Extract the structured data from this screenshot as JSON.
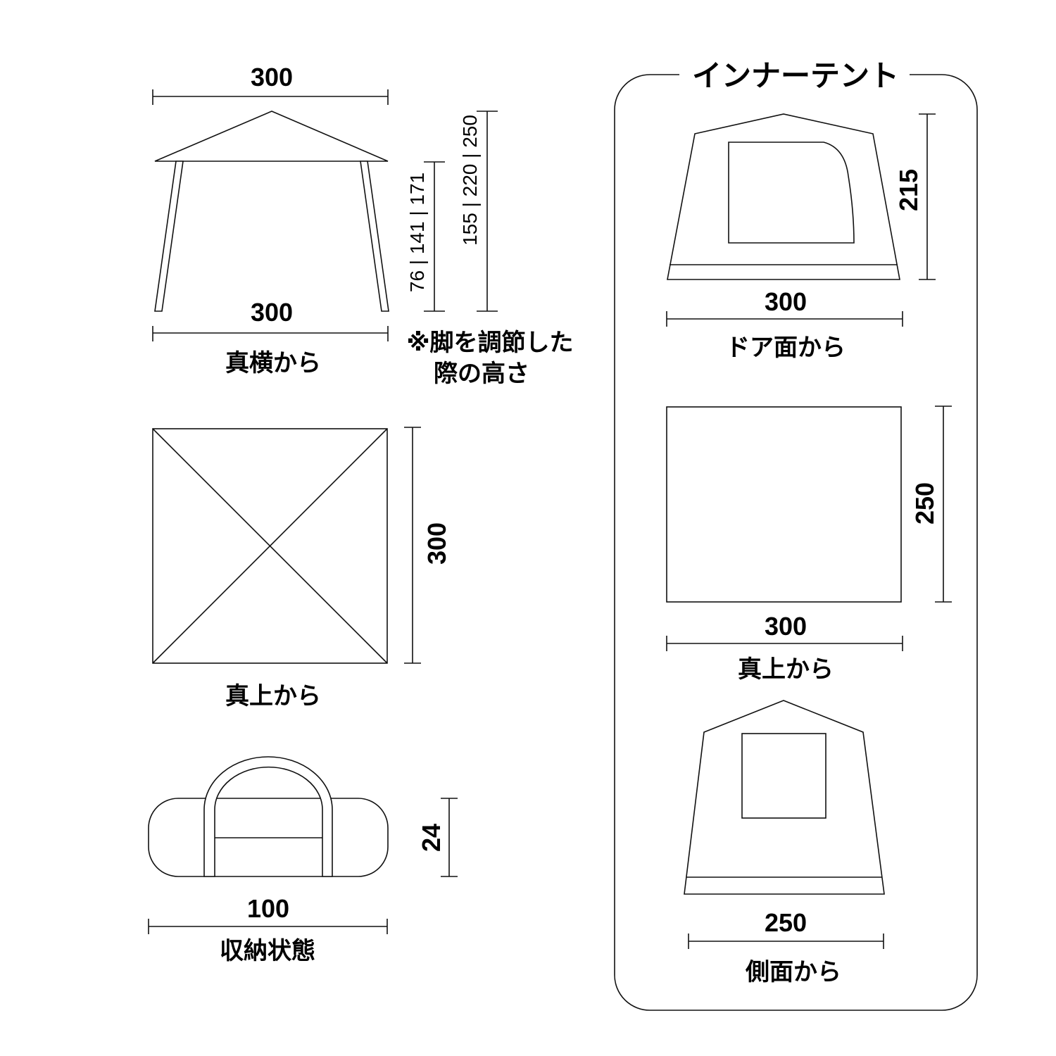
{
  "flysheet": {
    "side_view": {
      "top_width": "300",
      "bottom_width": "300",
      "leg_heights": "76 | 141 | 171",
      "total_heights": "155 | 220 | 250",
      "caption": "真横から",
      "note_line1": "※脚を調節した",
      "note_line2": "際の高さ"
    },
    "top_view": {
      "depth": "300",
      "caption": "真上から"
    },
    "packed": {
      "height": "24",
      "length": "100",
      "caption": "収納状態"
    }
  },
  "inner_tent": {
    "title": "インナーテント",
    "door_view": {
      "height": "215",
      "width": "300",
      "caption": "ドア面から"
    },
    "top_view": {
      "depth": "250",
      "width": "300",
      "caption": "真上から"
    },
    "side_view": {
      "width": "250",
      "caption": "側面から"
    }
  }
}
